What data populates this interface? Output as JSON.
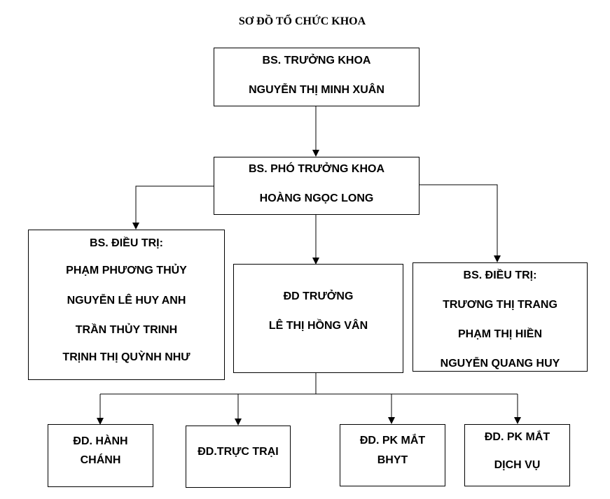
{
  "title": "SƠ ĐỒ TỔ CHỨC KHOA",
  "head": {
    "role": "BS. TRƯỞNG KHOA",
    "name": "NGUYỄN THỊ MINH XUÂN"
  },
  "deputy": {
    "role": "BS. PHÓ TRƯỞNG KHOA",
    "name": "HOÀNG NGỌC LONG"
  },
  "doctors_left": {
    "role": "BS. ĐIỀU TRỊ:",
    "names": [
      "PHẠM PHƯƠNG THỦY",
      "NGUYỄN LÊ HUY ANH",
      "TRẦN THỦY TRINH",
      "TRỊNH THỊ QUỲNH NHƯ"
    ]
  },
  "head_nurse": {
    "role": "ĐD TRƯỞNG",
    "name": "LÊ THỊ HỒNG VÂN"
  },
  "doctors_right": {
    "role": "BS. ĐIỀU TRỊ:",
    "names": [
      "TRƯƠNG THỊ TRANG",
      "PHẠM THỊ HIỀN",
      "NGUYỄN QUANG HUY"
    ]
  },
  "units": [
    {
      "lines": [
        "ĐD. HÀNH",
        "CHÁNH"
      ]
    },
    {
      "lines": [
        "ĐD.TRỰC TRẠI"
      ]
    },
    {
      "lines": [
        "ĐD. PK MẮT",
        "BHYT"
      ]
    },
    {
      "lines": [
        "ĐD. PK MẮT",
        "DỊCH VỤ"
      ]
    }
  ]
}
